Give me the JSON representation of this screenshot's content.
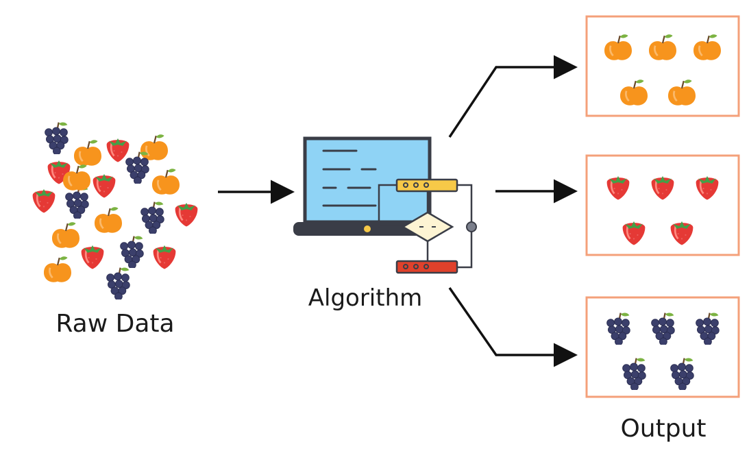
{
  "labels": {
    "raw_data": "Raw Data",
    "algorithm": "Algorithm",
    "output": "Output"
  },
  "colors": {
    "apple": "#f7941d",
    "strawberry": "#e53935",
    "grape": "#3b3f6b",
    "box_border": "#f4a07a",
    "screen": "#8fd3f5",
    "laptop_frame": "#3a3d47",
    "yellow_bar": "#f7c948",
    "red_bar": "#e0412b",
    "diamond": "#fdf4d3",
    "arrow": "#111111"
  },
  "raw_data_fruits": [
    "grape",
    "apple",
    "strawberry",
    "apple",
    "strawberry",
    "grape",
    "apple",
    "strawberry",
    "grape",
    "strawberry",
    "apple",
    "grape",
    "strawberry",
    "apple",
    "strawberry",
    "grape",
    "strawberry",
    "apple",
    "grape",
    "apple"
  ],
  "outputs": [
    {
      "fruit": "apple",
      "count": 5
    },
    {
      "fruit": "strawberry",
      "count": 5
    },
    {
      "fruit": "grape",
      "count": 5
    }
  ]
}
